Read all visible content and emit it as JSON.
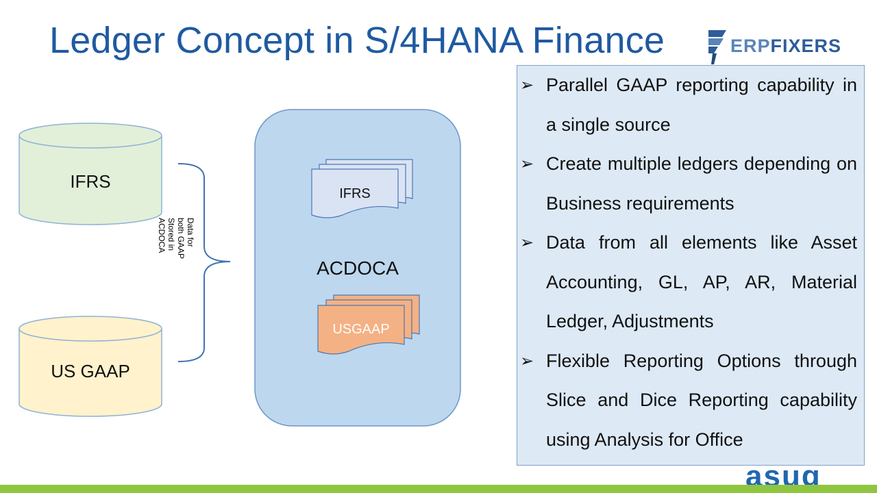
{
  "slide": {
    "title": "Ledger Concept in S/4HANA Finance"
  },
  "logo": {
    "part1": "ERP",
    "part2": "FIXERS",
    "colors": {
      "light": "#5b84b8",
      "dark": "#2e5d99"
    }
  },
  "diagram": {
    "databases": [
      {
        "label": "IFRS",
        "color": "#e2f0d9"
      },
      {
        "label": "US GAAP",
        "color": "#fff2cc"
      }
    ],
    "brace_note": "Data for both GAAP Stored in ACDOCA",
    "table": {
      "label": "ACDOCA",
      "color": "#bdd7ee",
      "documents": [
        {
          "label": "IFRS",
          "color": "#dae3f3"
        },
        {
          "label": "USGAAP",
          "color": "#f4b183"
        }
      ]
    }
  },
  "bullets": [
    "Parallel GAAP reporting capability in a single source",
    "Create multiple ledgers depending on Business requirements",
    "Data from all elements like Asset Accounting, GL, AP, AR, Material Ledger, Adjustments",
    "Flexible Reporting Options through Slice and Dice Reporting capability using Analysis for Office"
  ],
  "bullet_marker": "➢",
  "footer": {
    "logo_text": "asug",
    "bar_color": "#8ec63f"
  }
}
